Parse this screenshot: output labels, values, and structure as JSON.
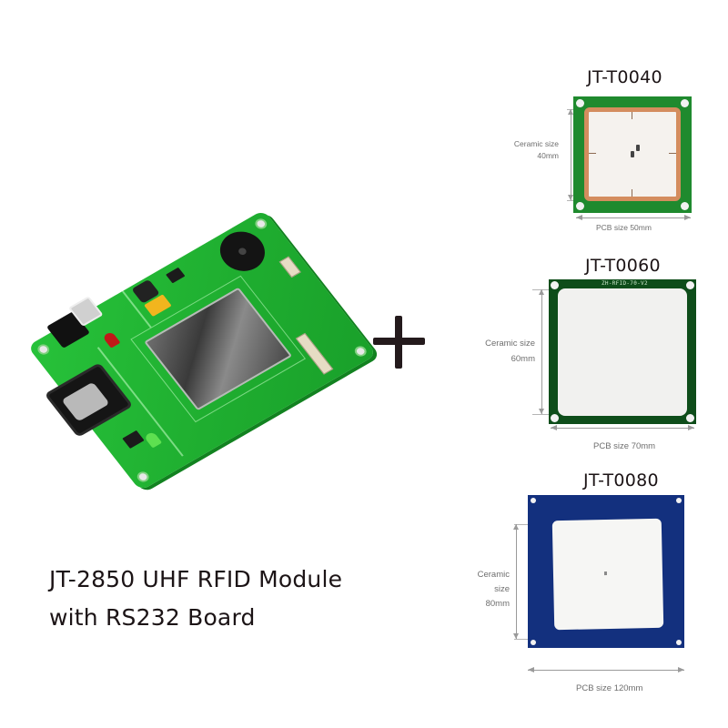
{
  "main_product": {
    "title_line1": "JT-2850 UHF RFID Module",
    "title_line2": "with RS232 Board",
    "image": "green-rfid-reader-board-with-db9-connector-and-shielded-module"
  },
  "combiner": {
    "symbol": "+",
    "icon": "plus-icon"
  },
  "antennas": [
    {
      "model": "JT-T0040",
      "ceramic_label": "Ceramic size",
      "ceramic_value": "40mm",
      "pcb_label": "PCB size  50mm",
      "pcb_color": "#1f8a2e",
      "ceramic_border_color": "#d48d5e"
    },
    {
      "model": "JT-T0060",
      "ceramic_label": "Ceramic size",
      "ceramic_value": "60mm",
      "pcb_label": "PCB size 70mm",
      "silkscreen": "ZH-RFID-70-V2",
      "pcb_color": "#0e4d1a"
    },
    {
      "model": "JT-T0080",
      "ceramic_label_1": "Ceramic",
      "ceramic_label_2": "size",
      "ceramic_value": "80mm",
      "pcb_label": "PCB size 120mm",
      "pcb_color": "#13307e"
    }
  ]
}
